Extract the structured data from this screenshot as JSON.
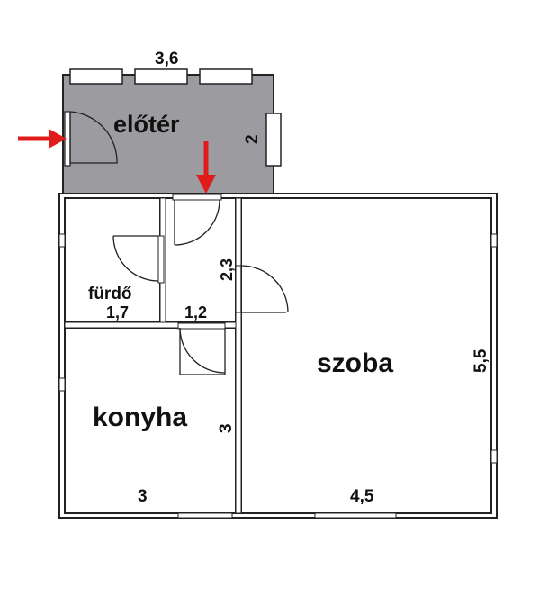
{
  "rooms": {
    "eloter": {
      "name": "előtér",
      "dim_width": "3,6",
      "dim_depth": "2"
    },
    "furdo": {
      "name": "fürdő",
      "dim": "1,7"
    },
    "hall": {
      "dim_width": "1,2",
      "dim_depth": "2,3"
    },
    "konyha": {
      "name": "konyha",
      "dim_width": "3",
      "dim_depth": "3"
    },
    "szoba": {
      "name": "szoba",
      "dim_width": "4,5",
      "dim_depth": "5,5"
    }
  },
  "colors": {
    "eloter_fill": "#9b9ba0",
    "wall": "#222222",
    "arrow": "#e01b1b",
    "background": "#ffffff"
  },
  "arrows": [
    "entrance-arrow",
    "inner-door-arrow"
  ]
}
